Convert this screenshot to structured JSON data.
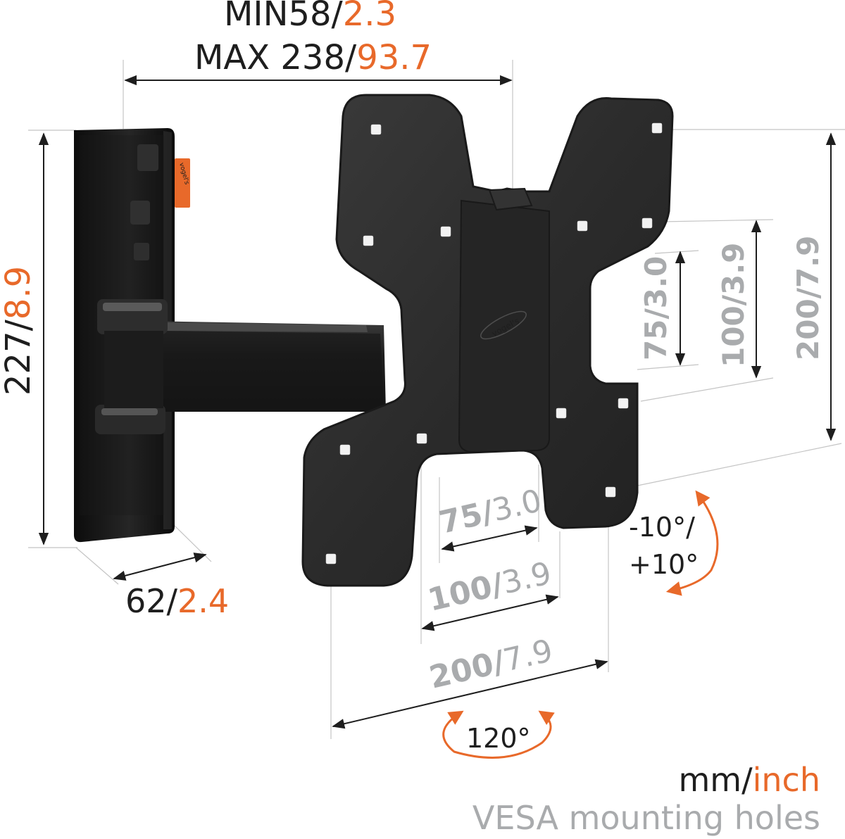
{
  "labels": {
    "depth_min_mm": "MIN58/",
    "depth_min_in": "2.3",
    "depth_max_mm": "MAX 238/",
    "depth_max_in": "93.7",
    "height_mm": "227/",
    "height_in": "8.9",
    "wall_depth_mm": "62/",
    "wall_depth_in": "2.4",
    "vesa_v_75": "75/3.0",
    "vesa_v_100": "100/3.9",
    "vesa_v_200": "200/7.9",
    "vesa_h_75_mm": "75/",
    "vesa_h_75_in": "3.0",
    "vesa_h_100_mm": "100/",
    "vesa_h_100_in": "3.9",
    "vesa_h_200_mm": "200/",
    "vesa_h_200_in": "7.9",
    "tilt_line1": "-10°/",
    "tilt_line2": "+10°",
    "swivel": "120°",
    "brand_logo": "vogel's",
    "brand_tag": "vogel's"
  },
  "legend": {
    "unit_mm": "mm/",
    "unit_in": "inch",
    "vesa_note": "VESA mounting holes"
  },
  "colors": {
    "accent": "#e8692a",
    "dark_text": "#1e1e1e",
    "gray_text": "#a9abad",
    "mount_body": "#2a2a2a"
  }
}
